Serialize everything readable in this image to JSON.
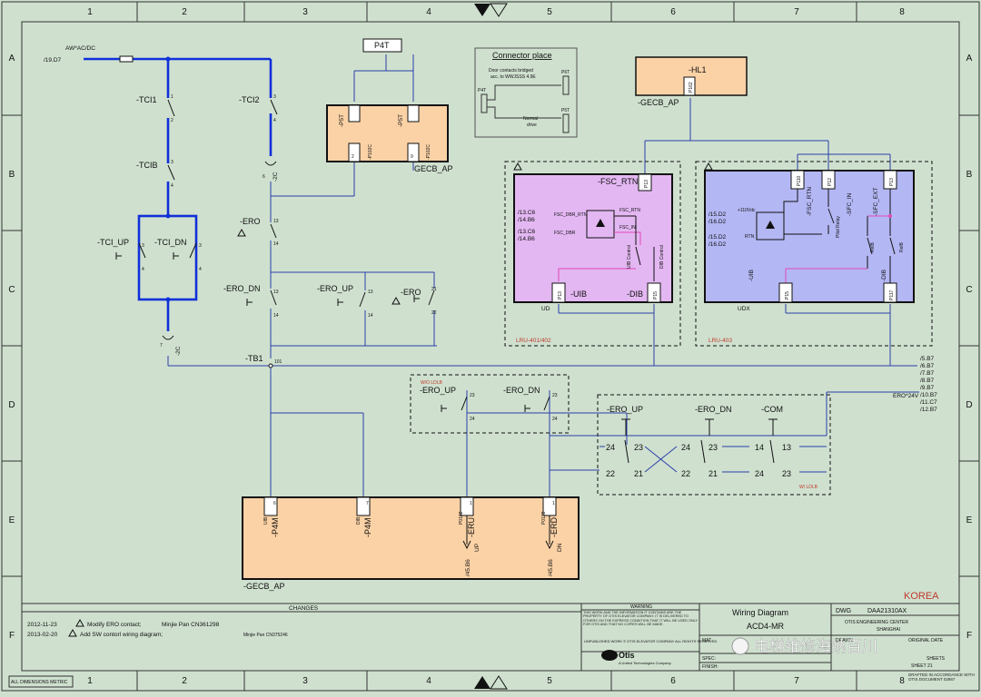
{
  "grid": {
    "cols": [
      "1",
      "2",
      "3",
      "4",
      "5",
      "6",
      "7",
      "8"
    ],
    "rows": [
      "A",
      "B",
      "C",
      "D",
      "E",
      "F"
    ]
  },
  "supply": {
    "name": "AW*AC/DC",
    "ref": "/19.D7"
  },
  "switches": {
    "tci1": "-TCI1",
    "tci2": "-TCI2",
    "tcib": "-TCIB",
    "tci_up": "-TCI_UP",
    "tci_dn": "-TCI_DN",
    "ero_a": "-ERO",
    "ero_dn": "-ERO_DN",
    "ero_up": "-ERO_UP",
    "ero_b": "-ERO"
  },
  "terminals": {
    "x2c_top": "-2C",
    "x2c_bot": "-2C",
    "tb1": "-TB1",
    "tb1_pin": "101",
    "pin6": "6",
    "pin7": "7"
  },
  "pins": {
    "p1": "1",
    "p2": "2",
    "p3": "3",
    "p4": "4",
    "p13": "13",
    "p14": "14",
    "p21": "21",
    "p22": "22",
    "p23": "23",
    "p24": "24"
  },
  "p4t_block": {
    "title": "P4T",
    "left": "-P5T",
    "right": "-P5T",
    "conn_l": "-P102C",
    "conn_r": "-P102C",
    "pin_l": "2",
    "pin_r": "9",
    "label": "GECB_AP"
  },
  "connector_place": {
    "title": "Connector place",
    "note1": "Door contacts bridged",
    "note2": "acc. to WWJSSS 4.9E",
    "p4t": "P4T",
    "p6t": "P6T",
    "p5t": "P5T",
    "normal": "Normal",
    "drive": "drive"
  },
  "hl1": {
    "name": "-HL1",
    "pin": "P162",
    "label": "-GECB_AP"
  },
  "lru401": {
    "fsc_rtn": "-FSC_RTN",
    "p_top": "P13",
    "ref1": "/13.C6",
    "ref2": "/14.B6",
    "ref3": "/13.C6",
    "ref4": "/14.B6",
    "sig1": "FSC_DBR_RTN",
    "sig2": "FSC_DBR",
    "in_rtn": "FSC_RTN",
    "in_in": "FSC_IN",
    "uib_ctrl": "UIB Control",
    "dib_ctrl": "DIB Control",
    "uib": "-UIB",
    "dib": "-DIB",
    "p_l": "P13",
    "p_r": "P15",
    "ud": "UD",
    "name": "LRU-401/402"
  },
  "lru403": {
    "fsc_rtn": "-FSC_RTN",
    "sfc_in": "-SFC_IN",
    "sfc_ext": "-SFC_EXT",
    "p1": "P110",
    "p2": "P12",
    "p3": "P13",
    "ref1": "/15.D2",
    "ref2": "/16.D2",
    "ref3": "/15.D2",
    "ref4": "/16.D2",
    "sig1": "+110Vdc",
    "sig2": "RTN",
    "pilot": "Pilot Relay",
    "relb": "RelB",
    "rela": "RelB",
    "uib": "-UIB",
    "dib": "-DIB",
    "p_l": "P15",
    "p_r": "P117",
    "udx": "UDX",
    "name": "LRU-403"
  },
  "wo_ldlb": {
    "title": "W/O LDLB",
    "up": "-ERO_UP",
    "dn": "-ERO_DN"
  },
  "w_ldlb": {
    "title": "W/ LDLB",
    "up": "-ERO_UP",
    "dn": "-ERO_DN",
    "com": "-COM"
  },
  "refs_right": [
    "/5.B7",
    "/6.B7",
    "/7.B7",
    "/8.B7",
    "/9.B7",
    "/10.B7",
    "/11.C7",
    "/12.B7"
  ],
  "ero24": "ERO*24V",
  "gecb_bottom": {
    "label": "-GECB_AP",
    "c1": "-P4M",
    "c1_pin": "UIB",
    "c1_no": "6",
    "c2": "-P4M",
    "c2_pin": "DIB",
    "c2_no": "7",
    "c3": "-ERU",
    "c3_pin": "P0102",
    "c3_no": "1",
    "c3_dir": "UP",
    "c3_ref": "/45.B6",
    "c4": "-ERD",
    "c4_pin": "P0128",
    "c4_no": "1",
    "c4_dir": "DN",
    "c4_ref": "/45.B6"
  },
  "korea": "KOREA",
  "changes": {
    "title": "CHANGES",
    "r1_date": "2012-11-23",
    "r1_text": "Modify ERO contact;",
    "r1_who": "Minjie Pan CN361298",
    "r2_date": "2013-02-20",
    "r2_text": "Add SW contorl wiring diagram;",
    "r2_who": "Minjie Pan CN375246"
  },
  "warning": {
    "title": "WARNING",
    "body": "THIS WORK AND THE INFORMATION IT CONTAINS ARE THE PROPERTY OF OTIS ELEVATOR COMPANY. IT IS DELIVERED TO OTHERS ON THE EXPRESS CONDITION THAT IT WILL BE USED ONLY FOR OTIS AND THAT NO COPIES WILL BE MADE.",
    "unpub": "UNPUBLISHED WORK © OTIS ELEVATOR COMPANY ALL RIGHTS RESERVED",
    "logo": "Otis",
    "sub": "A United Technologies Company"
  },
  "title_block": {
    "t1": "Wiring Diagram",
    "t2": "ACD4-MR",
    "dwg_lbl": "DWG",
    "dwg_no": "DAA21310AX",
    "center": "OTIS ENGINEERING CENTER",
    "city": "SHANGHAI",
    "mat": "MAT",
    "spec": "SPEC:",
    "finish": "FINISH:",
    "drawn": "DRAWN",
    "orig_date": "ORIGINAL DATE",
    "sheets": "SHEETS",
    "sheet": "SHEET  21"
  },
  "footer": {
    "metric": "ALL DIMENSIONS METRIC",
    "drafted": "DRAFTED IN ACCORDANCE WITH OTIS DOCUMENT 02867"
  },
  "watermark": "电梯维修海纳百川",
  "colors": {
    "background": "#cfe0cf",
    "wire": "#2b3fa8",
    "thick_wire": "#1130d8",
    "orange": "#fbd2a6",
    "purple": "#e3b7f2",
    "violet": "#b3b7f4",
    "pink": "#e14ab8"
  }
}
